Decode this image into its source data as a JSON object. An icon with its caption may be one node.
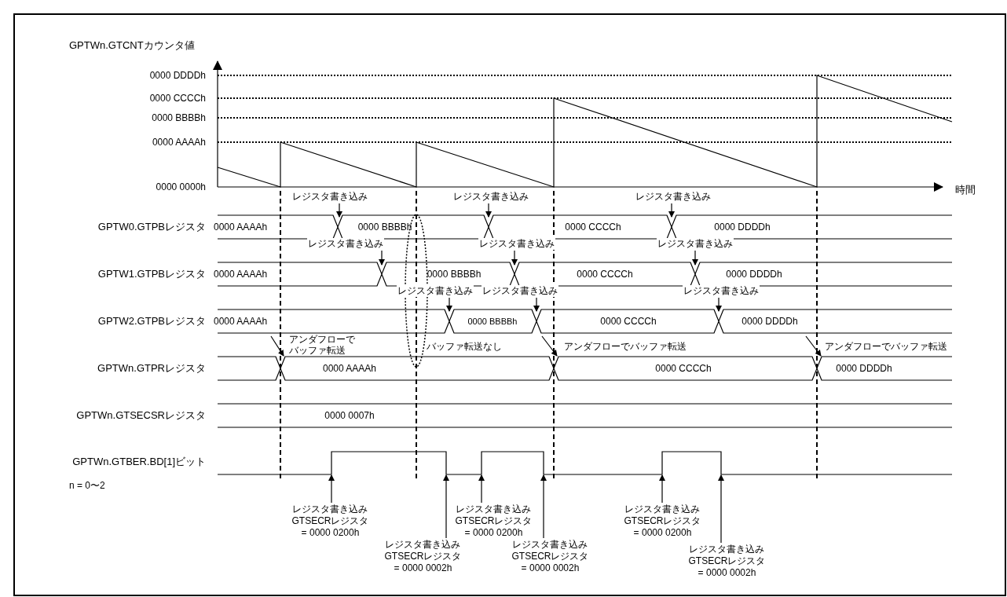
{
  "diagram": {
    "nodes": [
      {
        "text": [
          "レジスタ書き込み"
        ]
      },
      {
        "text": [
          "レジスタ書き込み"
        ]
      },
      {
        "text": [
          "レジスタ書き込み"
        ]
      },
      {
        "text": [
          "レジスタ書き込み"
        ]
      },
      {
        "text": [
          "レジスタ書き込み"
        ]
      },
      {
        "text": [
          "レジスタ書き込み"
        ]
      },
      {
        "text": [
          "レジスタ書き込み"
        ]
      },
      {
        "text": [
          "レジスタ書き込み"
        ]
      },
      {
        "text": [
          "レジスタ書き込み"
        ]
      },
      {
        "text": [
          "レジスタ書き込み GTSECRレジスタ = 0000 0200h"
        ]
      },
      {
        "text": [
          "レジスタ書き込み GTSECRレジスタ = 0000 0002h"
        ]
      },
      {
        "text": [
          "レジスタ書き込み GTSECRレジスタ = 0000 0200h"
        ]
      },
      {
        "text": [
          "レジスタ書き込み GTSECRレジスタ = 0000 0002h"
        ]
      },
      {
        "text": [
          "レジスタ書き込み GTSECRレジスタ = 0000 0200h"
        ]
      },
      {
        "text": [
          "レジスタ書き込み GTSECRレジスタ = 0000 0002h"
        ]
      },
      {
        "text": [],
        "shape": "line"
      },
      {
        "text": [],
        "shape": "line"
      }
    ],
    "edges": [
      {
        "from": 0,
        "to": null,
        "arrow": "to"
      },
      {
        "from": 1,
        "to": null,
        "arrow": "to"
      },
      {
        "from": 2,
        "to": null,
        "arrow": "to"
      },
      {
        "from": 3,
        "to": null,
        "arrow": "to"
      },
      {
        "from": 4,
        "to": null,
        "arrow": "to"
      },
      {
        "from": 5,
        "to": null,
        "arrow": "to"
      },
      {
        "from": 6,
        "to": null,
        "arrow": "to"
      },
      {
        "from": 7,
        "to": null,
        "arrow": "to"
      },
      {
        "from": 8,
        "to": null,
        "arrow": "to"
      },
      {
        "from": 9,
        "to": 16,
        "arrow": "to"
      },
      {
        "from": 10,
        "to": 16,
        "arrow": "to"
      },
      {
        "from": 11,
        "to": 16,
        "arrow": "to"
      },
      {
        "from": 12,
        "to": 16,
        "arrow": "to"
      },
      {
        "from": 13,
        "to": 16,
        "arrow": "to"
      },
      {
        "from": 14,
        "to": 16,
        "arrow": "to"
      },
      {
        "from": null,
        "to": 15,
        "arrow": "to"
      },
      {
        "from": null,
        "to": 15,
        "arrow": "to"
      },
      {
        "from": null,
        "to": 15,
        "arrow": "to"
      }
    ],
    "labels": [
      "GPTWn.GTCNTカウンタ値",
      "0000 DDDDh",
      "0000 CCCCh",
      "0000 BBBBh",
      "0000 AAAAh",
      "0000 0000h",
      "時間",
      "GPTW0.GTPBレジスタ",
      "0000 AAAAh",
      "0000 BBBBh",
      "0000 CCCCh",
      "0000 DDDDh",
      "GPTW1.GTPBレジスタ",
      "0000 AAAAh",
      "0000 BBBBh",
      "0000 CCCCh",
      "0000 DDDDh",
      "GPTW2.GTPBレジスタ",
      "0000 AAAAh",
      "0000 BBBBh",
      "0000 CCCCh",
      "0000 DDDDh",
      "アンダフローでバッファ転送",
      "バッファ転送なし",
      "アンダフローでバッファ転送",
      "アンダフローでバッファ転送",
      "GPTWn.GTPRレジスタ",
      "0000 AAAAh",
      "0000 CCCCh",
      "0000 DDDDh",
      "GPTWn.GTSECSRレジスタ",
      "0000 0007h",
      "GPTWn.GTBER.BD[1]ビット",
      "n = 0〜2"
    ]
  }
}
